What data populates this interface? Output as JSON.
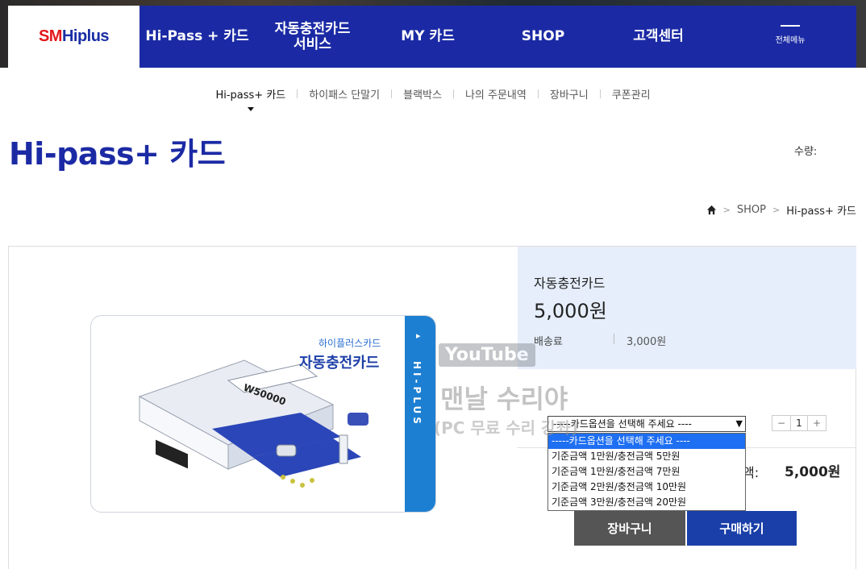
{
  "brand": {
    "logo_sm": "SM",
    "logo_hi": "Hiplus"
  },
  "nav": {
    "items": [
      "Hi-Pass + 카드",
      "자동충전카드\n서비스",
      "MY 카드",
      "SHOP",
      "고객센터"
    ],
    "all_menu": "전체메뉴"
  },
  "subnav": {
    "items": [
      "Hi-pass+ 카드",
      "하이패스 단말기",
      "블랙박스",
      "나의 주문내역",
      "장바구니",
      "쿠폰관리"
    ],
    "active_index": 0
  },
  "page_title": "Hi-pass+ 카드",
  "breadcrumb": [
    "SHOP",
    "Hi-pass+ 카드"
  ],
  "card": {
    "subtitle": "하이플러스카드",
    "title": "자동충전카드",
    "strip_text": "HI-PLUS",
    "sign_text": "W50000"
  },
  "product": {
    "name": "자동충전카드",
    "price": "5,000원",
    "shipping_label": "배송료",
    "shipping_value": "3,000원",
    "qty_label": "수량:",
    "qty_value": "1",
    "total_label": "액:",
    "total_value": "5,000원"
  },
  "select": {
    "current": "-----카드옵션을 선택해 주세요 ----",
    "options": [
      "-----카드옵션을 선택해 주세요 ----",
      "기준금액 1만원/충전금액 5만원",
      "기준금액 1만원/충전금액 7만원",
      "기준금액 2만원/충전금액 10만원",
      "기준금액 3만원/충전금액 20만원"
    ],
    "highlighted_index": 0
  },
  "buttons": {
    "cart": "장바구니",
    "buy": "구매하기"
  },
  "watermark": {
    "youtube": "YouTube",
    "main": "맨날 수리야",
    "sub": "(PC 무료 수리 강좌)"
  },
  "colors": {
    "brand_blue": "#1b2aa4",
    "card_blue": "#1d7fd2",
    "panel_bg": "#e6eefb",
    "buy_btn": "#1a3fa8",
    "cart_btn": "#555555"
  }
}
